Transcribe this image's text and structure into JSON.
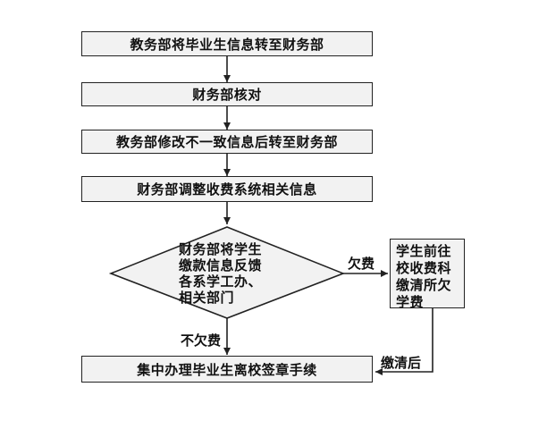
{
  "steps": [
    "教务部将毕业生信息转至财务部",
    "财务部核对",
    "教务部修改不一致信息后转至财务部",
    "财务部调整收费系统相关信息"
  ],
  "decision": "财务部将学生\n缴款信息反馈\n各系学工办、\n相关部门",
  "branch_yes_label": "欠费",
  "branch_no_label": "不欠费",
  "side_step": "学生前往\n校收费科\n缴清所欠\n学费",
  "return_label": "缴清后",
  "final_step": "集中办理毕业生离校签章手续"
}
